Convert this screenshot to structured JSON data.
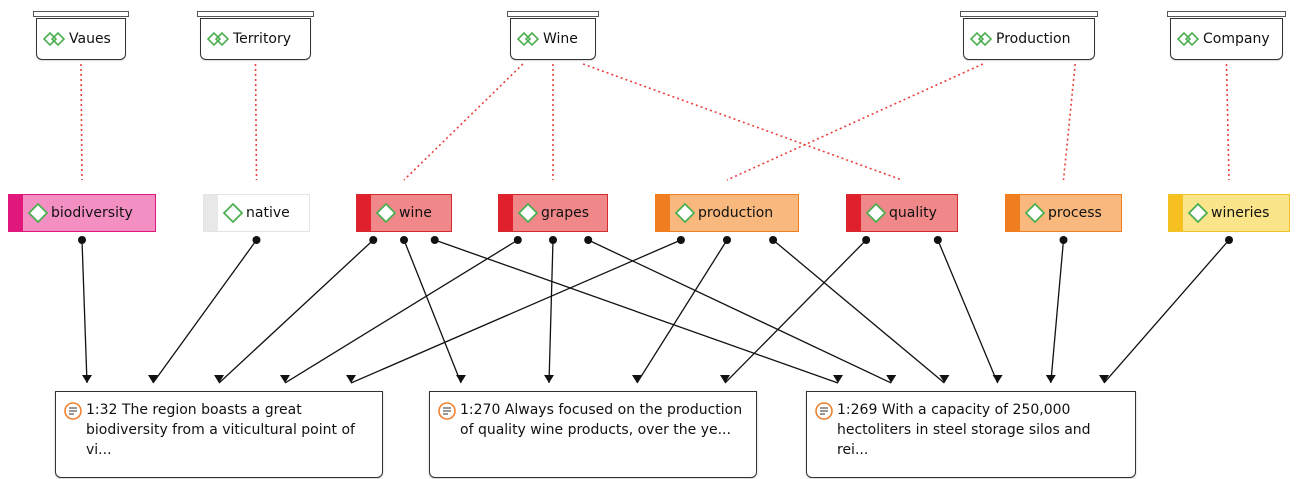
{
  "groups": [
    {
      "id": "vaues",
      "label": "Vaues"
    },
    {
      "id": "territory",
      "label": "Territory"
    },
    {
      "id": "wine",
      "label": "Wine"
    },
    {
      "id": "production",
      "label": "Production"
    },
    {
      "id": "company",
      "label": "Company"
    }
  ],
  "codes": [
    {
      "id": "biodiversity",
      "label": "biodiversity",
      "color": "#f48fc4",
      "strip_color": "#e0187c",
      "border_color": "#e0187c"
    },
    {
      "id": "native",
      "label": "native",
      "color": "#ffffff",
      "strip_color": "#e8e8e8",
      "border_color": "#e4e4e4"
    },
    {
      "id": "wine",
      "label": "wine",
      "color": "#f0888a",
      "strip_color": "#e0202c",
      "border_color": "#d42a30"
    },
    {
      "id": "grapes",
      "label": "grapes",
      "color": "#f0888a",
      "strip_color": "#e0202c",
      "border_color": "#d42a30"
    },
    {
      "id": "production",
      "label": "production",
      "color": "#f9b87e",
      "strip_color": "#f07d20",
      "border_color": "#f07d20"
    },
    {
      "id": "quality",
      "label": "quality",
      "color": "#f0888a",
      "strip_color": "#e0202c",
      "border_color": "#d42a30"
    },
    {
      "id": "process",
      "label": "process",
      "color": "#f9b87e",
      "strip_color": "#f07d20",
      "border_color": "#f07d20"
    },
    {
      "id": "wineries",
      "label": "wineries",
      "color": "#fbe58a",
      "strip_color": "#f5c020",
      "border_color": "#f0c428"
    }
  ],
  "quotes": [
    {
      "id": "q1",
      "text": "1:32 The region boasts a great biodiversity from a viticultural point of vi..."
    },
    {
      "id": "q2",
      "text": "1:270 Always focused on the production of quality wine products, over the ye..."
    },
    {
      "id": "q3",
      "text": "1:269 With a capacity of 250,000 hectoliters in  steel storage silos and rei..."
    }
  ],
  "group_links": [
    {
      "group": "vaues",
      "code": "biodiversity"
    },
    {
      "group": "territory",
      "code": "native"
    },
    {
      "group": "wine",
      "code": "wine"
    },
    {
      "group": "wine",
      "code": "grapes"
    },
    {
      "group": "wine",
      "code": "quality"
    },
    {
      "group": "production",
      "code": "production"
    },
    {
      "group": "production",
      "code": "process"
    },
    {
      "group": "company",
      "code": "wineries"
    }
  ],
  "code_links": [
    {
      "code": "biodiversity",
      "quote": "q1"
    },
    {
      "code": "native",
      "quote": "q1"
    },
    {
      "code": "wine",
      "quote": "q1"
    },
    {
      "code": "grapes",
      "quote": "q1"
    },
    {
      "code": "production",
      "quote": "q1"
    },
    {
      "code": "wine",
      "quote": "q2"
    },
    {
      "code": "grapes",
      "quote": "q2"
    },
    {
      "code": "production",
      "quote": "q2"
    },
    {
      "code": "quality",
      "quote": "q2"
    },
    {
      "code": "wine",
      "quote": "q3"
    },
    {
      "code": "grapes",
      "quote": "q3"
    },
    {
      "code": "production",
      "quote": "q3"
    },
    {
      "code": "quality",
      "quote": "q3"
    },
    {
      "code": "process",
      "quote": "q3"
    },
    {
      "code": "wineries",
      "quote": "q3"
    }
  ],
  "colors": {
    "group_link": "#e8403c",
    "code_link": "#111111",
    "code_icon": "#4caf50",
    "group_icon": "#4caf50",
    "quote_icon": "#f08030"
  }
}
